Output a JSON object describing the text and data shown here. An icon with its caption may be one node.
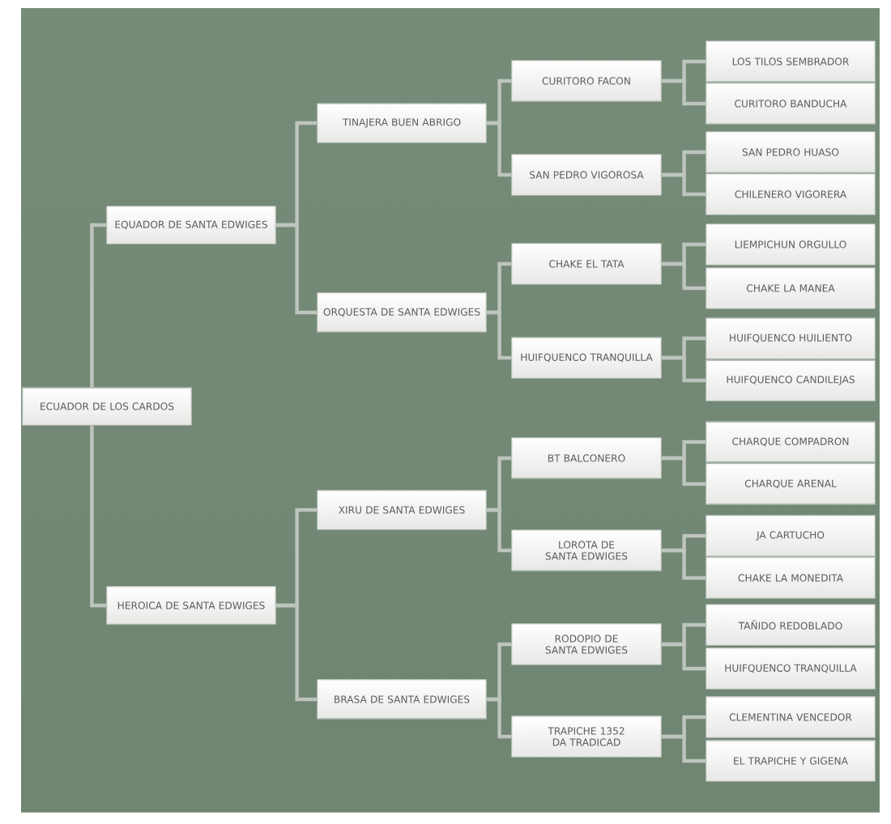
{
  "diagram": {
    "nodes": [
      {
        "text": [
          "ECUADOR DE LOS CARDOS"
        ]
      },
      {
        "text": [
          "EQUADOR DE SANTA EDWIGES"
        ]
      },
      {
        "text": [
          "HEROICA DE SANTA EDWIGES"
        ]
      },
      {
        "text": [
          "TINAJERA BUEN ABRIGO"
        ]
      },
      {
        "text": [
          "ORQUESTA DE SANTA EDWIGES"
        ]
      },
      {
        "text": [
          "XIRU DE SANTA EDWIGES"
        ]
      },
      {
        "text": [
          "BRASA DE SANTA EDWIGES"
        ]
      },
      {
        "text": [
          "CURITORO FACON"
        ]
      },
      {
        "text": [
          "SAN PEDRO VIGOROSA"
        ]
      },
      {
        "text": [
          "CHAKE EL TATA"
        ]
      },
      {
        "text": [
          "HUIFQUENCO TRANQUILLA"
        ]
      },
      {
        "text": [
          "BT BALCONERO"
        ]
      },
      {
        "text": [
          "LOROTA DE SANTA EDWIGES"
        ]
      },
      {
        "text": [
          "RODOPIO DE SANTA EDWIGES"
        ]
      },
      {
        "text": [
          "TRAPICHE 1352 DA TRADICAD"
        ]
      },
      {
        "text": [
          "LOS TILOS SEMBRADOR"
        ]
      },
      {
        "text": [
          "CURITORO BANDUCHA"
        ]
      },
      {
        "text": [
          "SAN PEDRO HUASO"
        ]
      },
      {
        "text": [
          "CHILENERO VIGORERA"
        ]
      },
      {
        "text": [
          "LIEMPICHUN ORGULLO"
        ]
      },
      {
        "text": [
          "CHAKE LA MANEA"
        ]
      },
      {
        "text": [
          "HUIFQUENCO HUILIENTO"
        ]
      },
      {
        "text": [
          "HUIFQUENCO CANDILEJAS"
        ]
      },
      {
        "text": [
          "CHARQUE COMPADRON"
        ]
      },
      {
        "text": [
          "CHARQUE ARENAL"
        ]
      },
      {
        "text": [
          "JA CARTUCHO"
        ]
      },
      {
        "text": [
          "CHAKE LA MONEDITA"
        ]
      },
      {
        "text": [
          "TAÑIDO REDOBLADO"
        ]
      },
      {
        "text": [
          "HUIFQUENCO TRANQUILLA"
        ]
      },
      {
        "text": [
          "CLEMENTINA VENCEDOR"
        ]
      },
      {
        "text": [
          "EL TRAPICHE Y GIGENA"
        ]
      }
    ],
    "edges": [
      {
        "from": 0,
        "to": 1,
        "arrow": "none"
      },
      {
        "from": 0,
        "to": 2,
        "arrow": "none"
      },
      {
        "from": 1,
        "to": 3,
        "arrow": "none"
      },
      {
        "from": 1,
        "to": 4,
        "arrow": "none"
      },
      {
        "from": 2,
        "to": 5,
        "arrow": "none"
      },
      {
        "from": 2,
        "to": 6,
        "arrow": "none"
      },
      {
        "from": 3,
        "to": 7,
        "arrow": "none"
      },
      {
        "from": 3,
        "to": 8,
        "arrow": "none"
      },
      {
        "from": 4,
        "to": 9,
        "arrow": "none"
      },
      {
        "from": 4,
        "to": 10,
        "arrow": "none"
      },
      {
        "from": 5,
        "to": 11,
        "arrow": "none"
      },
      {
        "from": 5,
        "to": 12,
        "arrow": "none"
      },
      {
        "from": 6,
        "to": 13,
        "arrow": "none"
      },
      {
        "from": 6,
        "to": 14,
        "arrow": "none"
      },
      {
        "from": 7,
        "to": 15,
        "arrow": "none"
      },
      {
        "from": 7,
        "to": 16,
        "arrow": "none"
      },
      {
        "from": 8,
        "to": 17,
        "arrow": "none"
      },
      {
        "from": 8,
        "to": 18,
        "arrow": "none"
      },
      {
        "from": 9,
        "to": 19,
        "arrow": "none"
      },
      {
        "from": 9,
        "to": 20,
        "arrow": "none"
      },
      {
        "from": 10,
        "to": 21,
        "arrow": "none"
      },
      {
        "from": 10,
        "to": 22,
        "arrow": "none"
      },
      {
        "from": 11,
        "to": 23,
        "arrow": "none"
      },
      {
        "from": 11,
        "to": 24,
        "arrow": "none"
      },
      {
        "from": 12,
        "to": 25,
        "arrow": "none"
      },
      {
        "from": 12,
        "to": 26,
        "arrow": "none"
      },
      {
        "from": 13,
        "to": 27,
        "arrow": "none"
      },
      {
        "from": 13,
        "to": 28,
        "arrow": "none"
      },
      {
        "from": 14,
        "to": 29,
        "arrow": "none"
      },
      {
        "from": 14,
        "to": 30,
        "arrow": "none"
      }
    ]
  }
}
